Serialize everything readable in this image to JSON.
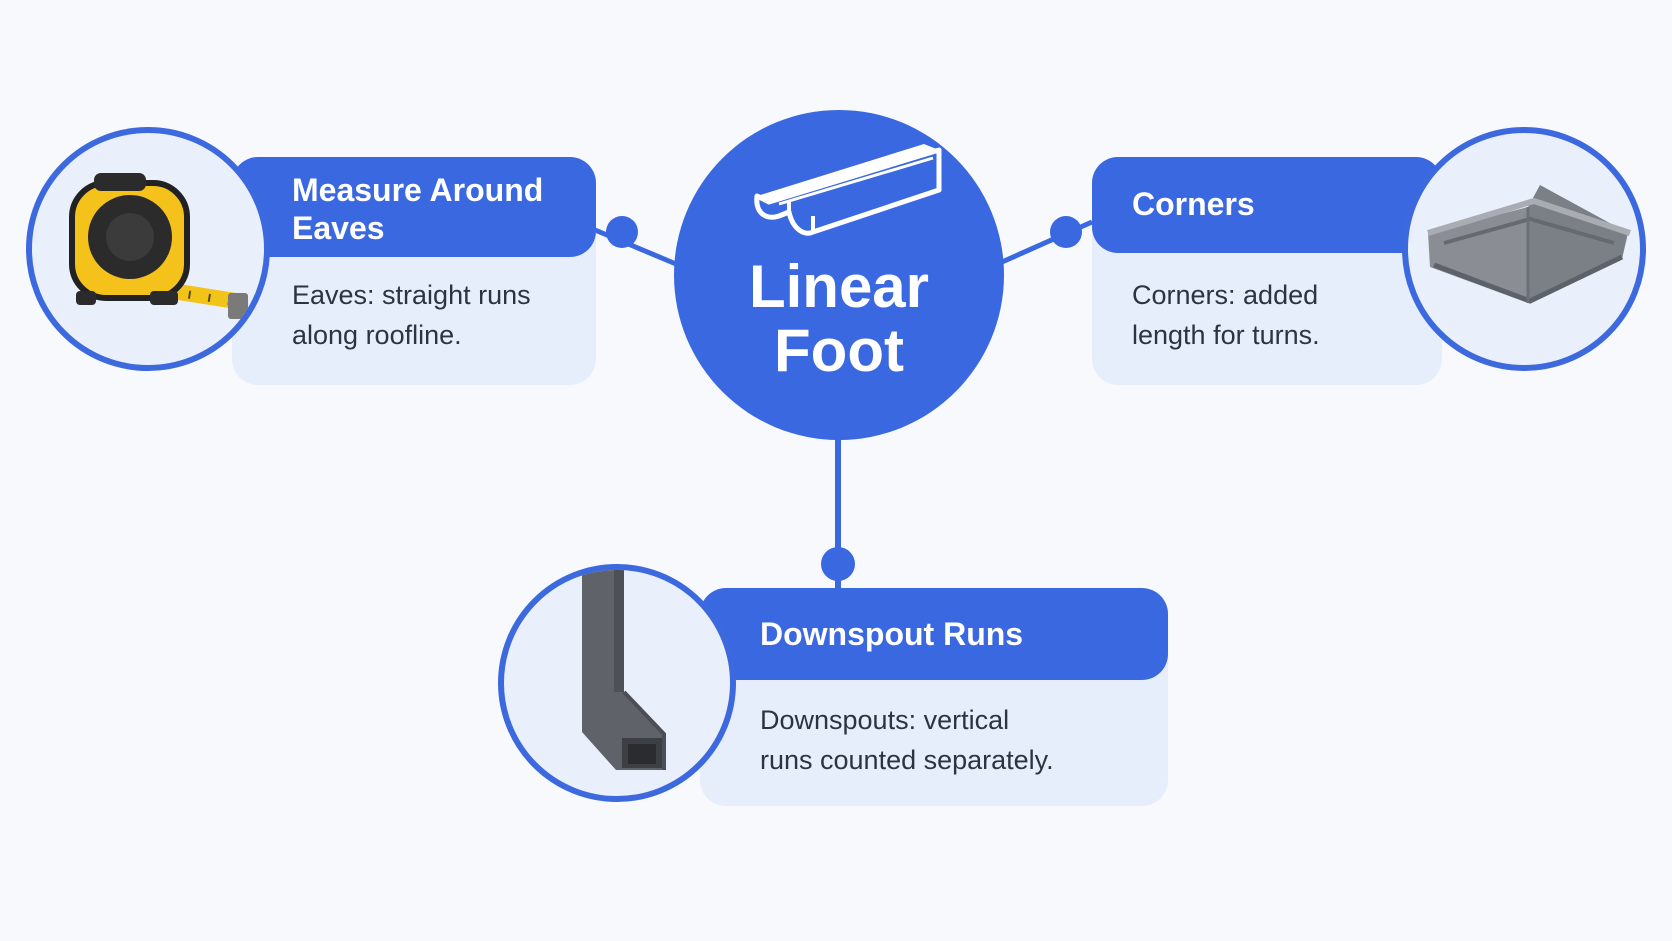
{
  "hub": {
    "title_line1": "Linear",
    "title_line2": "Foot",
    "icon": "gutter-icon"
  },
  "nodes": {
    "eaves": {
      "title_line1": "Measure Around",
      "title_line2": "Eaves",
      "text_line1": "Eaves: straight runs",
      "text_line2": "along roofline.",
      "icon": "tape-measure-icon"
    },
    "corners": {
      "title": "Corners",
      "text_line1": "Corners: added",
      "text_line2": "length for turns.",
      "icon": "gutter-corner-icon"
    },
    "downspouts": {
      "title": "Downspout Runs",
      "text_line1": "Downspouts: vertical",
      "text_line2": "runs counted separately.",
      "icon": "downspout-icon"
    }
  },
  "colors": {
    "accent": "#3a68e0",
    "card_body": "#e6eefb",
    "background": "#f7f9fd",
    "text": "#2c3444"
  }
}
